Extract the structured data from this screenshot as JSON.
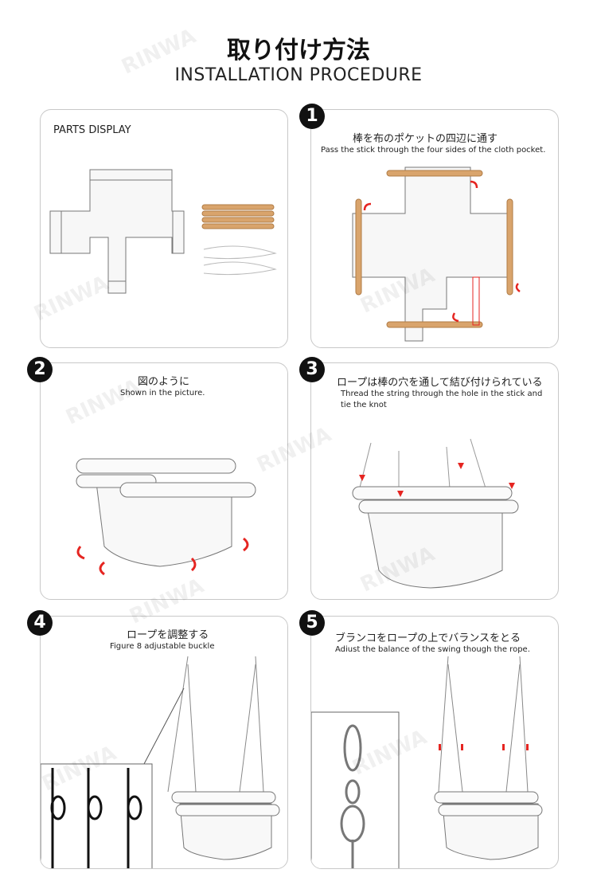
{
  "header": {
    "title_jp": "取り付け方法",
    "title_en": "INSTALLATION PROCEDURE"
  },
  "watermark": "RINWA",
  "parts": {
    "label": "PARTS DISPLAY"
  },
  "steps": [
    {
      "number": "1",
      "jp": "棒を布のポケットの四辺に通す",
      "en": "Pass the stick through the four sides of the cloth pocket."
    },
    {
      "number": "2",
      "jp": "図のように",
      "en": "Shown in the picture."
    },
    {
      "number": "3",
      "jp": "ロープは棒の穴を通して結び付けられている",
      "en": "Thread the string through the hole in the stick and tie the knot"
    },
    {
      "number": "4",
      "jp": "ロープを調整する",
      "en": "Figure 8 adjustable buckle"
    },
    {
      "number": "5",
      "jp": "ブランコをロープの上でバランスをとる",
      "en": "Adiust the balance of the swing though the rope."
    }
  ],
  "colors": {
    "wood": "#d9a46c",
    "arrow": "#e52521",
    "line": "#555555"
  }
}
